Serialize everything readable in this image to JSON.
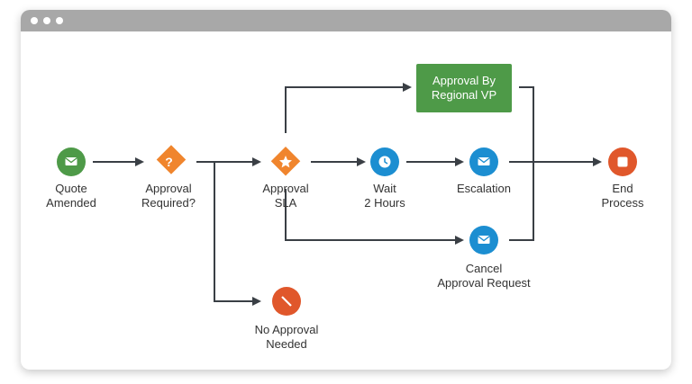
{
  "window": {
    "accent_titlebar": "#a8a8a8"
  },
  "nodes": {
    "quote_amended": {
      "line1": "Quote",
      "line2": "Amended",
      "icon": "envelope-icon",
      "color": "#4e9a48"
    },
    "approval_required": {
      "line1": "Approval",
      "line2": "Required?",
      "icon": "question-icon",
      "color": "#f0852d"
    },
    "approval_sla": {
      "line1": "Approval",
      "line2": "SLA",
      "icon": "star-icon",
      "color": "#f0852d"
    },
    "wait": {
      "line1": "Wait",
      "line2": "2 Hours",
      "icon": "clock-icon",
      "color": "#1c8ed1"
    },
    "escalation": {
      "line1": "Escalation",
      "icon": "envelope-icon",
      "color": "#1c8ed1"
    },
    "approval_by_vp": {
      "line1": "Approval By",
      "line2": "Regional VP",
      "color": "#4e9a48"
    },
    "cancel_request": {
      "line1": "Cancel",
      "line2": "Approval Request",
      "icon": "envelope-icon",
      "color": "#1c8ed1"
    },
    "no_approval": {
      "line1": "No Approval",
      "line2": "Needed",
      "icon": "prohibited-icon",
      "color": "#e0572b"
    },
    "end_process": {
      "line1": "End",
      "line2": "Process",
      "icon": "stop-icon",
      "color": "#e0572b"
    }
  },
  "connector_color": "#3a3f45"
}
